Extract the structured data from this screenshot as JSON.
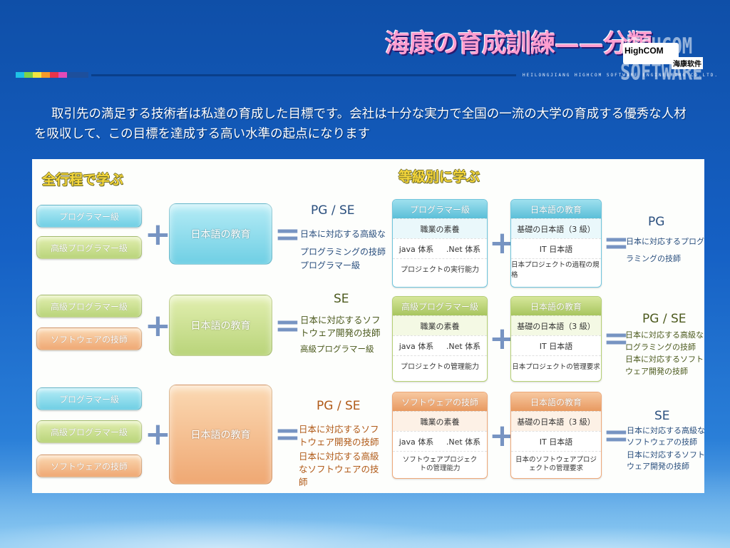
{
  "slide": {
    "title": "海康の育成訓練——分類",
    "logo_bg": "HIGHCOM SOFTWARE",
    "logo_en": "HighCOM",
    "logo_cn": "海康软件",
    "logo_sub": "HEILONGJIANG HIGHCOM SOFTWARE ENGINEERING CO.LTD.",
    "intro": "取引先の満足する技術者は私達の育成した目標です。会社は十分な実力で全国の一流の大学の育成する優秀な人材を吸収して、この目標を達成する高い水準の起点になります",
    "colors": {
      "bar1": "#1ec1e6",
      "bar2": "#7dd24a",
      "bar3": "#f2e640",
      "bar4": "#f59a2a",
      "bar5": "#e8354a",
      "bar6": "#e34ab8"
    }
  },
  "left": {
    "header": "全行程で学ぶ",
    "rows": [
      {
        "inputs": [
          "プログラマー級",
          "高級プログラマー級"
        ],
        "edu": "日本語の教育",
        "result_title": "PG / SE",
        "result_lines": [
          "日本に対応する高級な",
          "プログラミングの技師",
          "プログラマー級"
        ]
      },
      {
        "inputs": [
          "高級プログラマー級",
          "ソフトウェアの技師"
        ],
        "edu": "日本語の教育",
        "result_title": "SE",
        "result_lines": [
          "日本に対応するソフ",
          "トウェア開発の技師",
          "高級プログラマー級"
        ]
      },
      {
        "inputs": [
          "プログラマー級",
          "高級プログラマー級",
          "ソフトウェアの技師"
        ],
        "edu": "日本語の教育",
        "result_title": "PG / SE",
        "result_lines": [
          "日本に対応するソフ",
          "トウェア開発の技師",
          "日本に対応する高級",
          "なソフトウェアの技",
          "師"
        ]
      }
    ]
  },
  "right": {
    "header": "等級別に学ぶ",
    "rows": [
      {
        "skill": {
          "title": "プログラマー級",
          "quality": "職業の素養",
          "java": "java 体系",
          "net": ".Net 体系",
          "ability": "プロジェクトの実行能力"
        },
        "lang": {
          "title": "日本語の教育",
          "basic": "基礎の日本語（3 級）",
          "it": "IT 日本語",
          "proj": "日本プロジェクトの過程の規格"
        },
        "result_title": "PG",
        "result_lines": [
          "日本に対応するプログ",
          "ラミングの技師"
        ]
      },
      {
        "skill": {
          "title": "高級プログラマー級",
          "quality": "職業の素養",
          "java": "java 体系",
          "net": ".Net 体系",
          "ability": "プロジェクトの管理能力"
        },
        "lang": {
          "title": "日本語の教育",
          "basic": "基礎の日本語（3 級）",
          "it": "IT 日本語",
          "proj": "日本プロジェクトの管理要求"
        },
        "result_title": "PG / SE",
        "result_lines": [
          "日本に対応する高級なプ",
          "ログラミングの技師",
          "日本に対応するソフト",
          "ウェア開発の技師"
        ]
      },
      {
        "skill": {
          "title": "ソフトウェアの技師",
          "quality": "職業の素養",
          "java": "java 体系",
          "net": ".Net 体系",
          "ability_1": "ソフトウェアプロジェク",
          "ability_2": "トの管理能力"
        },
        "lang": {
          "title": "日本語の教育",
          "basic": "基礎の日本語（3 級）",
          "it": "IT 日本語",
          "proj_1": "日本のソフトウェアプロジ",
          "proj_2": "ェクトの管理要求"
        },
        "result_title": "SE",
        "result_lines": [
          "日本に対応する高級な",
          "ソフトウェアの技師",
          "日本に対応するソフト",
          "ウェア開発の技師"
        ]
      }
    ]
  }
}
